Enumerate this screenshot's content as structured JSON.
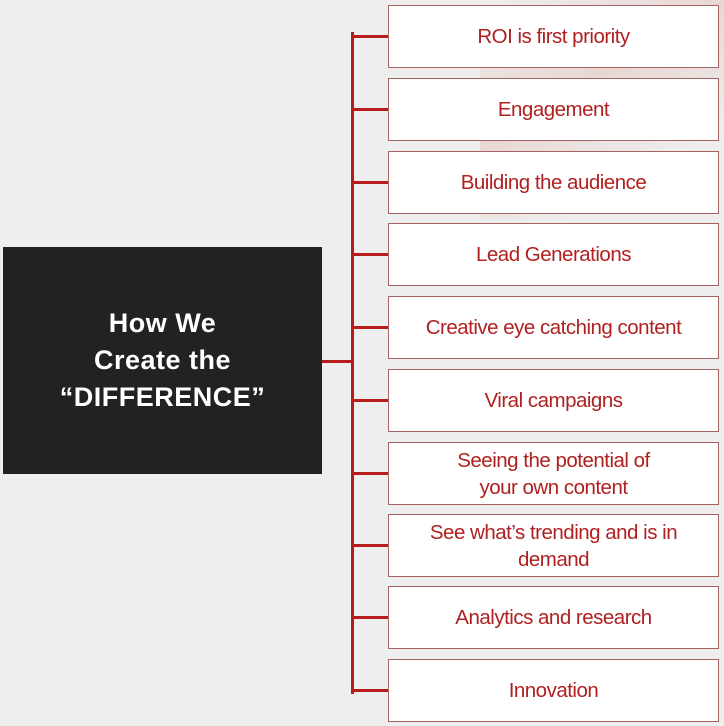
{
  "center": {
    "title": "How We\nCreate the\n“DIFFERENCE”"
  },
  "items": [
    {
      "label": "ROI is first priority"
    },
    {
      "label": "Engagement"
    },
    {
      "label": "Building the audience"
    },
    {
      "label": "Lead Generations"
    },
    {
      "label": "Creative eye catching content"
    },
    {
      "label": "Viral campaigns"
    },
    {
      "label": "Seeing the potential of your own content"
    },
    {
      "label": "See what’s trending and is in demand"
    },
    {
      "label": "Analytics and research"
    },
    {
      "label": "Innovation"
    }
  ],
  "colors": {
    "accent": "#b71c1c",
    "center_bg": "#222222",
    "background": "#eeeeee"
  }
}
